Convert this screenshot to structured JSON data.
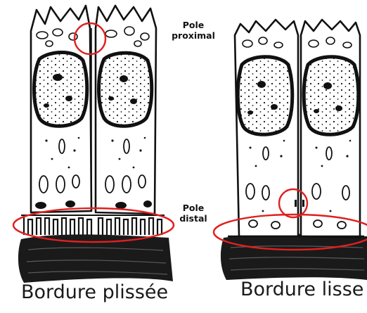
{
  "labels": {
    "pole_proximal": [
      "Pole",
      "proximal"
    ],
    "pole_distal": [
      "Pole",
      "distal"
    ]
  },
  "captions": {
    "left": "Bordure plissée",
    "right": "Bordure lisse"
  },
  "colors": {
    "ink": "#111111",
    "highlight": "#e02020",
    "bone": "#1a1a1a"
  }
}
